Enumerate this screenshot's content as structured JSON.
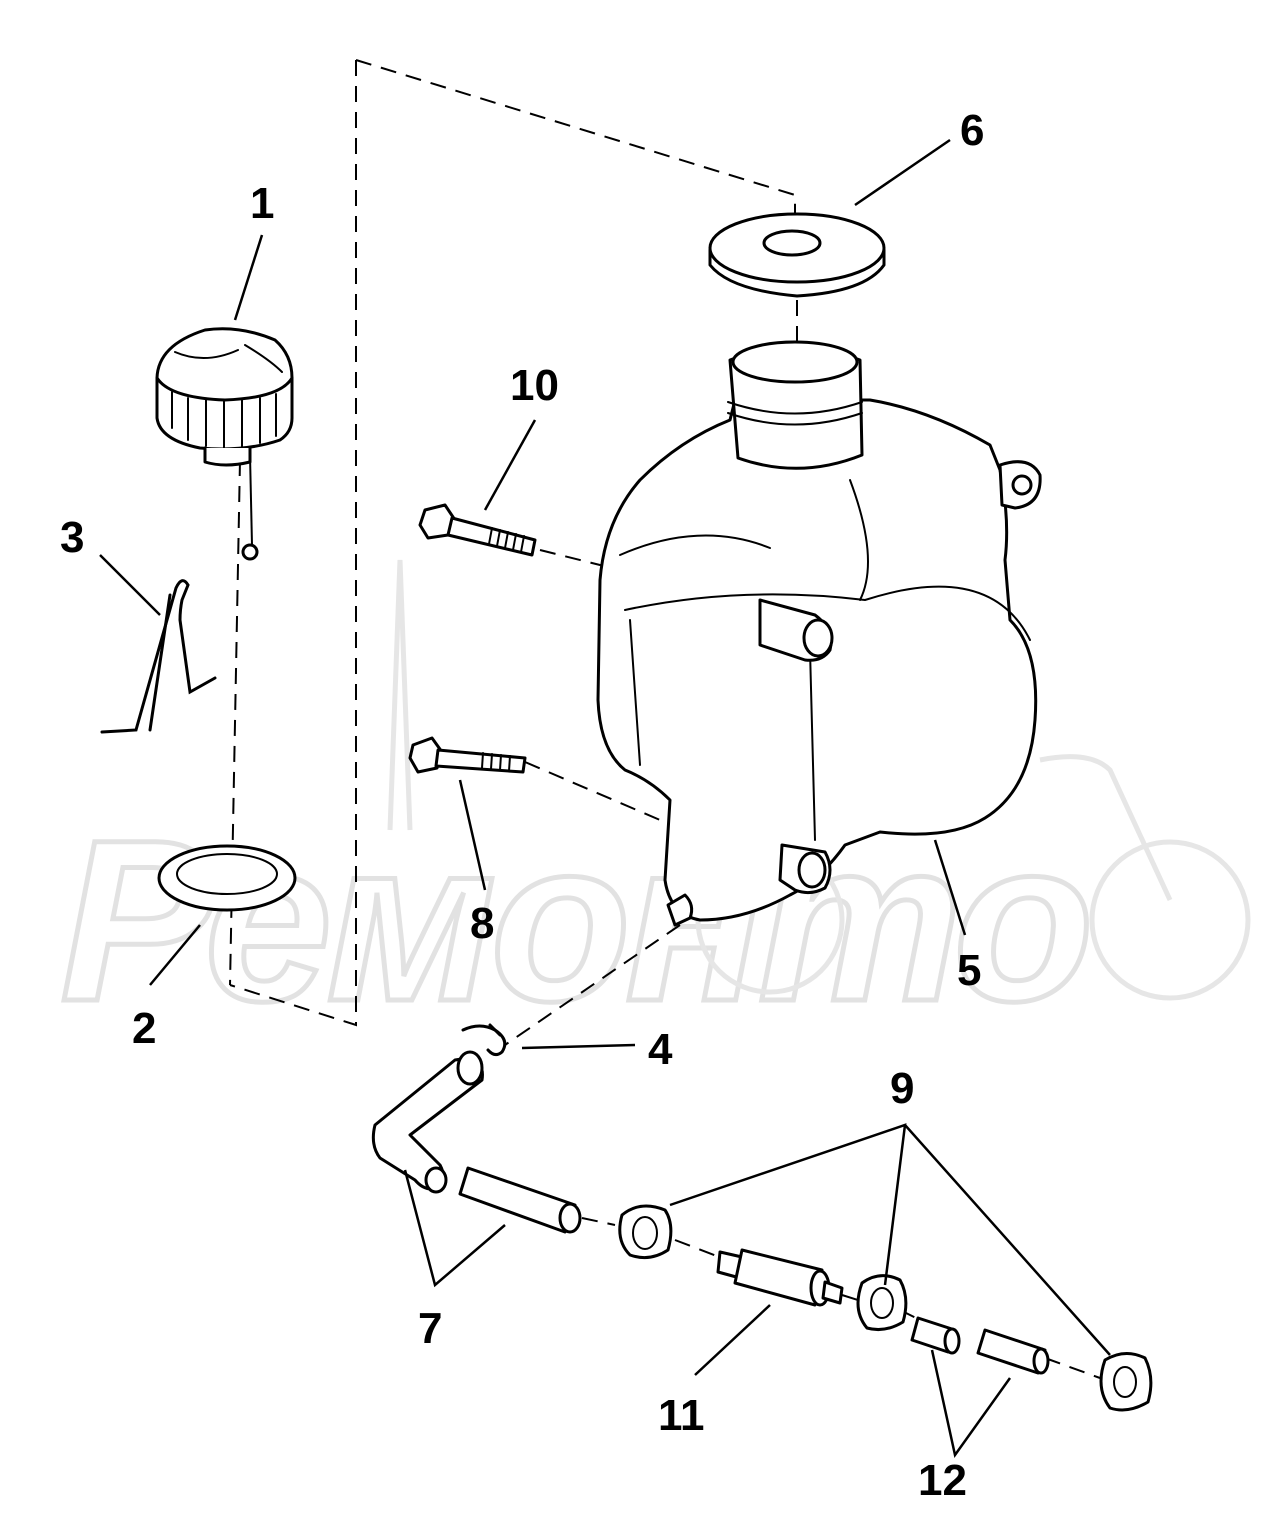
{
  "diagram": {
    "callouts": [
      "1",
      "2",
      "3",
      "4",
      "5",
      "6",
      "7",
      "8",
      "9",
      "10",
      "11",
      "12"
    ]
  },
  "watermark": {
    "text": "Ремонто"
  }
}
